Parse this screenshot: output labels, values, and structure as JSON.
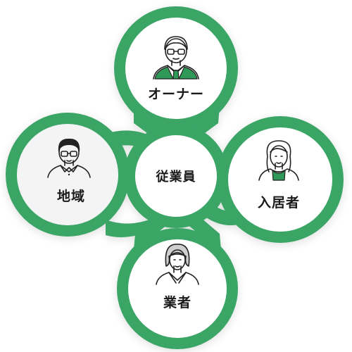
{
  "diagram": {
    "center": {
      "label": "従業員"
    },
    "nodes": {
      "top": {
        "label": "オーナー",
        "icon": "owner-person-icon"
      },
      "left": {
        "label": "地域",
        "icon": "community-person-icon"
      },
      "right": {
        "label": "入居者",
        "icon": "resident-person-icon"
      },
      "bottom": {
        "label": "業者",
        "icon": "contractor-person-icon"
      }
    }
  },
  "colors": {
    "ring": "#3aa566",
    "accent": "#2f9a57",
    "bubble_top": "#ffffff",
    "bubble_bottom": "#ffffff",
    "bubble_right": "#ffffff",
    "bubble_left": "#f4f4f4",
    "center": "#ffffff"
  }
}
